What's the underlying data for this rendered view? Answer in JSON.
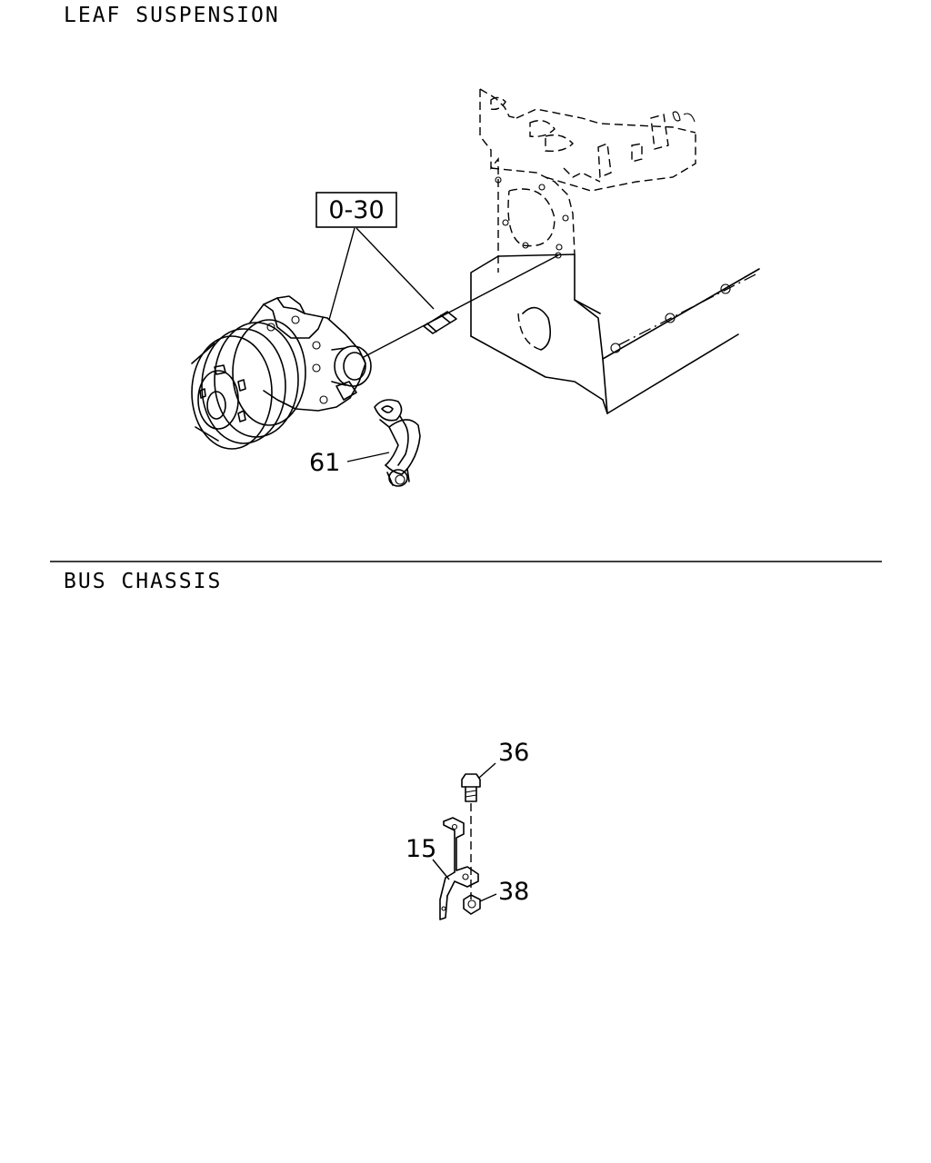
{
  "sections": {
    "leaf_suspension": {
      "title": "LEAF SUSPENSION"
    },
    "bus_chassis": {
      "title": "BUS CHASSIS"
    }
  },
  "callouts": {
    "ref_0_30": "0-30",
    "part_61": "61",
    "part_36": "36",
    "part_15": "15",
    "part_38": "38"
  }
}
